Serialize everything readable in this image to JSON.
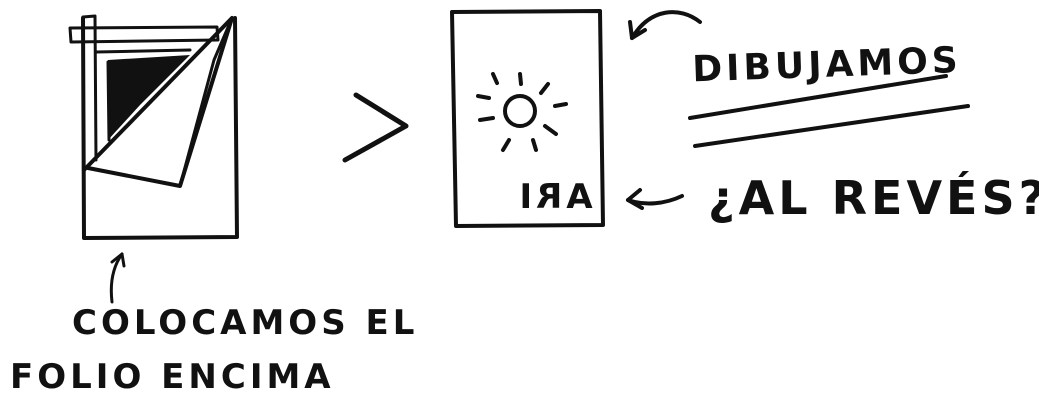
{
  "diagram": {
    "sheet_label_mirrored": "ARI",
    "caption_top_right": "DIBUJAMOS",
    "caption_middle_right": "¿AL REVÉS?",
    "caption_bottom_left_line1": "COLOCAMOS EL",
    "caption_bottom_left_line2": "FOLIO ENCIMA",
    "ink_color": "#111111",
    "background_color": "#ffffff"
  }
}
